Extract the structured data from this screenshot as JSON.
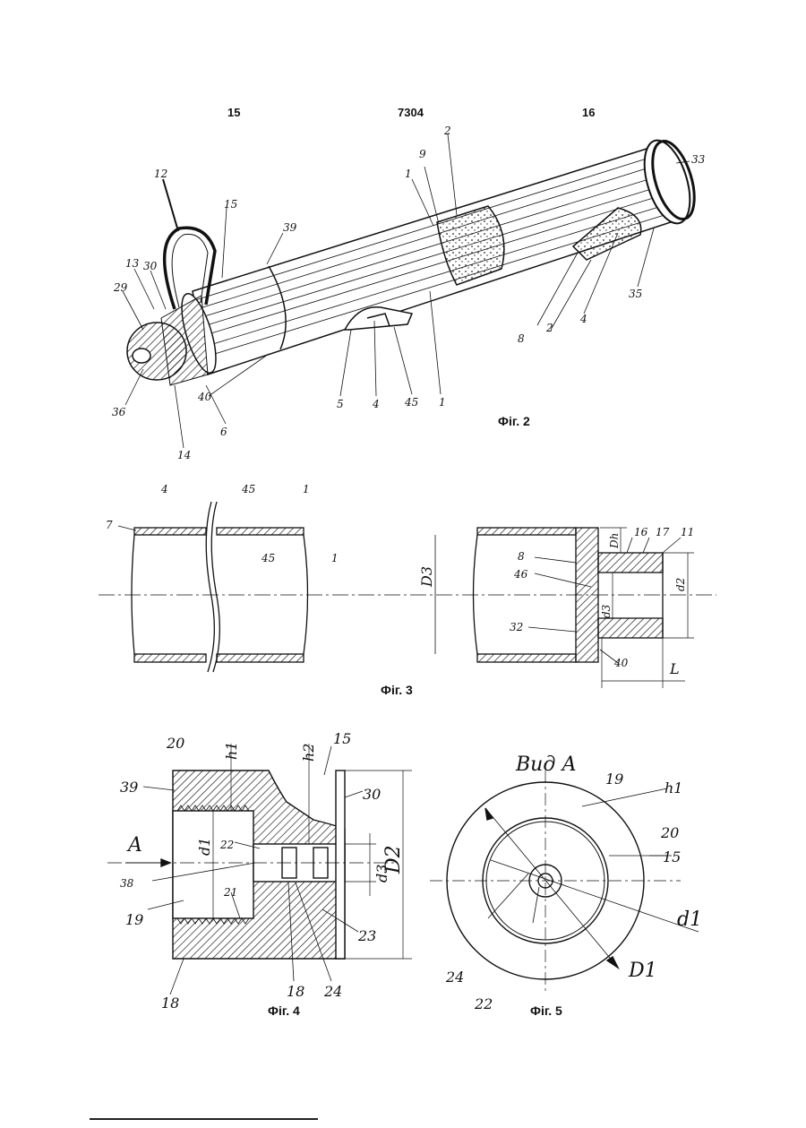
{
  "header": {
    "left_page": "15",
    "center_number": "7304",
    "right_page": "16"
  },
  "figures": {
    "fig2": {
      "caption": "Фіг. 2",
      "labels": {
        "top_handle": "12",
        "n15": "15",
        "n39": "39",
        "n13": "13",
        "n30": "30",
        "n29": "29",
        "n36": "36",
        "n14": "14",
        "n6": "6",
        "n40": "40",
        "n5": "5",
        "n4a": "4",
        "n45": "45",
        "n1a": "1",
        "n1b": "1",
        "n9a": "9",
        "n2a": "2",
        "n33": "33",
        "n35": "35",
        "n8": "8",
        "n2b": "2",
        "n4b": "4"
      }
    },
    "fig3": {
      "caption": "Фіг. 3",
      "labels": {
        "n7": "7",
        "n4": "4",
        "n45": "45",
        "n1": "1",
        "D3": "D3",
        "n8": "8",
        "n46": "46",
        "d3": "d3",
        "n32": "32",
        "Dh": "Dh",
        "n16": "16",
        "n17": "17",
        "n11": "11",
        "d2": "d2",
        "n40": "40",
        "L": "L"
      }
    },
    "fig4": {
      "caption": "Фіг. 4",
      "labels": {
        "n20": "20",
        "h1": "h1",
        "h2": "h2",
        "n15": "15",
        "n39": "39",
        "n30": "30",
        "A": "A",
        "d1": "d1",
        "n22": "22",
        "d3": "d3",
        "D2": "D2",
        "n38": "38",
        "n21": "21",
        "n19": "19",
        "n23": "23",
        "n18a": "18",
        "n18b": "18",
        "n24": "24"
      }
    },
    "fig5": {
      "caption": "Фіг. 5",
      "labels": {
        "view": "Вид А",
        "n19": "19",
        "h1": "h1",
        "n20": "20",
        "n15": "15",
        "d1": "d1",
        "n24": "24",
        "n22": "22",
        "D1": "D1"
      }
    }
  }
}
